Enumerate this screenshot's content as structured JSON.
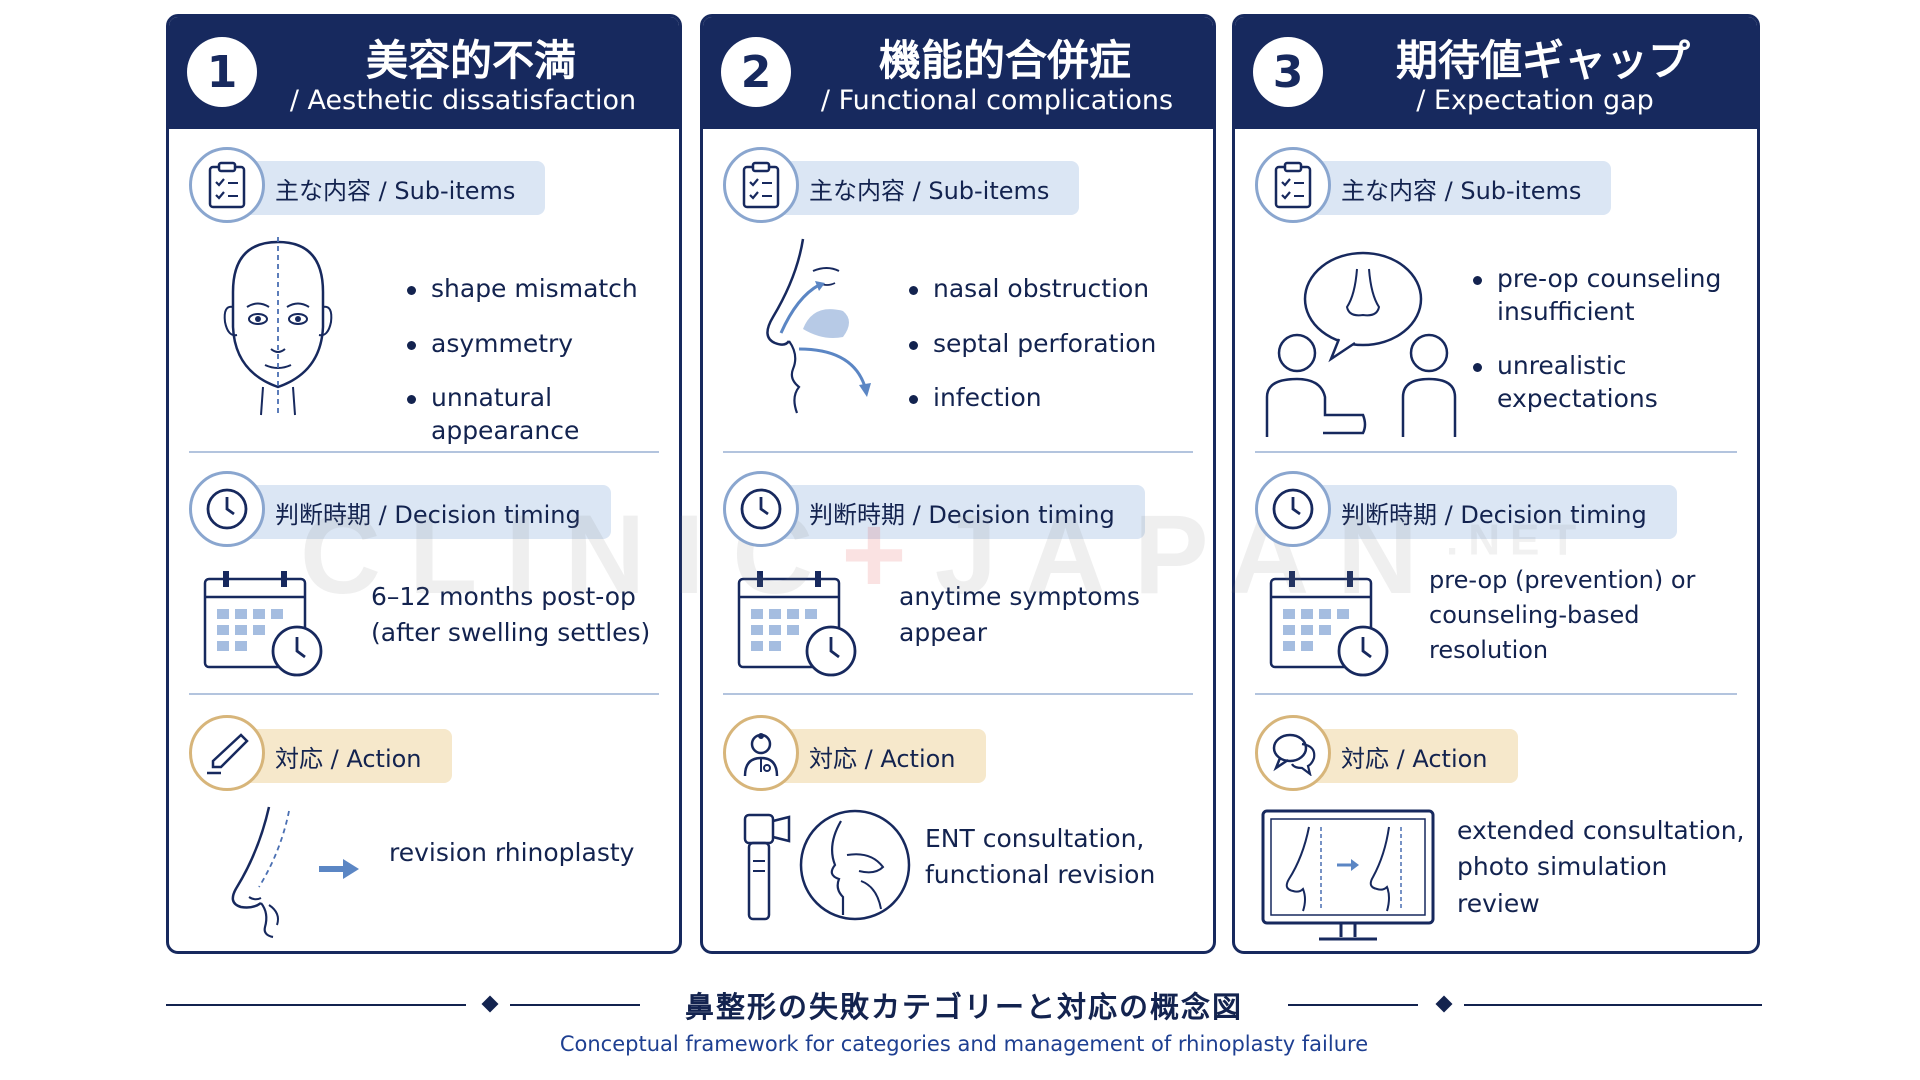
{
  "cards": [
    {
      "number": "1",
      "title_ja": "美容的不満",
      "title_en": "/ Aesthetic dissatisfaction",
      "sub_label": "主な内容 / Sub-items",
      "sub_items": [
        "shape mismatch",
        "asymmetry",
        "unnatural appearance"
      ],
      "timing_label": "判断時期 / Decision timing",
      "timing_lines": [
        "6–12 months post-op",
        "(after swelling settles)"
      ],
      "action_label": "対応 / Action",
      "action_lines": [
        "revision rhinoplasty"
      ],
      "icons": {
        "sub": "clipboard-icon",
        "timing": "clock-icon",
        "action": "scalpel-icon"
      }
    },
    {
      "number": "2",
      "title_ja": "機能的合併症",
      "title_en": "/ Functional complications",
      "sub_label": "主な内容 / Sub-items",
      "sub_items": [
        "nasal obstruction",
        "septal perforation",
        "infection"
      ],
      "timing_label": "判断時期 / Decision timing",
      "timing_lines": [
        "anytime symptoms",
        "appear"
      ],
      "action_label": "対応 / Action",
      "action_lines": [
        "ENT consultation,",
        "functional revision"
      ],
      "icons": {
        "sub": "clipboard-icon",
        "timing": "clock-icon",
        "action": "doctor-icon"
      }
    },
    {
      "number": "3",
      "title_ja": "期待値ギャップ",
      "title_en": "/ Expectation gap",
      "sub_label": "主な内容 / Sub-items",
      "sub_items": [
        "pre-op counseling insufficient",
        "unrealistic expectations"
      ],
      "timing_label": "判断時期 / Decision timing",
      "timing_lines": [
        "pre-op (prevention) or",
        "counseling-based",
        "resolution"
      ],
      "action_label": "対応 / Action",
      "action_lines": [
        "extended consultation,",
        "photo simulation review"
      ],
      "icons": {
        "sub": "clipboard-icon",
        "timing": "clock-icon",
        "action": "speech-bubble-icon"
      }
    }
  ],
  "footer": {
    "title_ja": "鼻整形の失敗カテゴリーと対応の概念図",
    "title_en": "Conceptual framework for categories and management of rhinoplasty failure"
  },
  "watermark": {
    "left": "CLINIC",
    "cross": "+",
    "right": "JAPAN",
    "suffix": ".NET"
  },
  "colors": {
    "navy": "#17295e",
    "pill_blue": "#dbe6f4",
    "pill_tan": "#f6e8cb",
    "accent_blue": "#5b86c4",
    "divider": "#b3c4de"
  }
}
